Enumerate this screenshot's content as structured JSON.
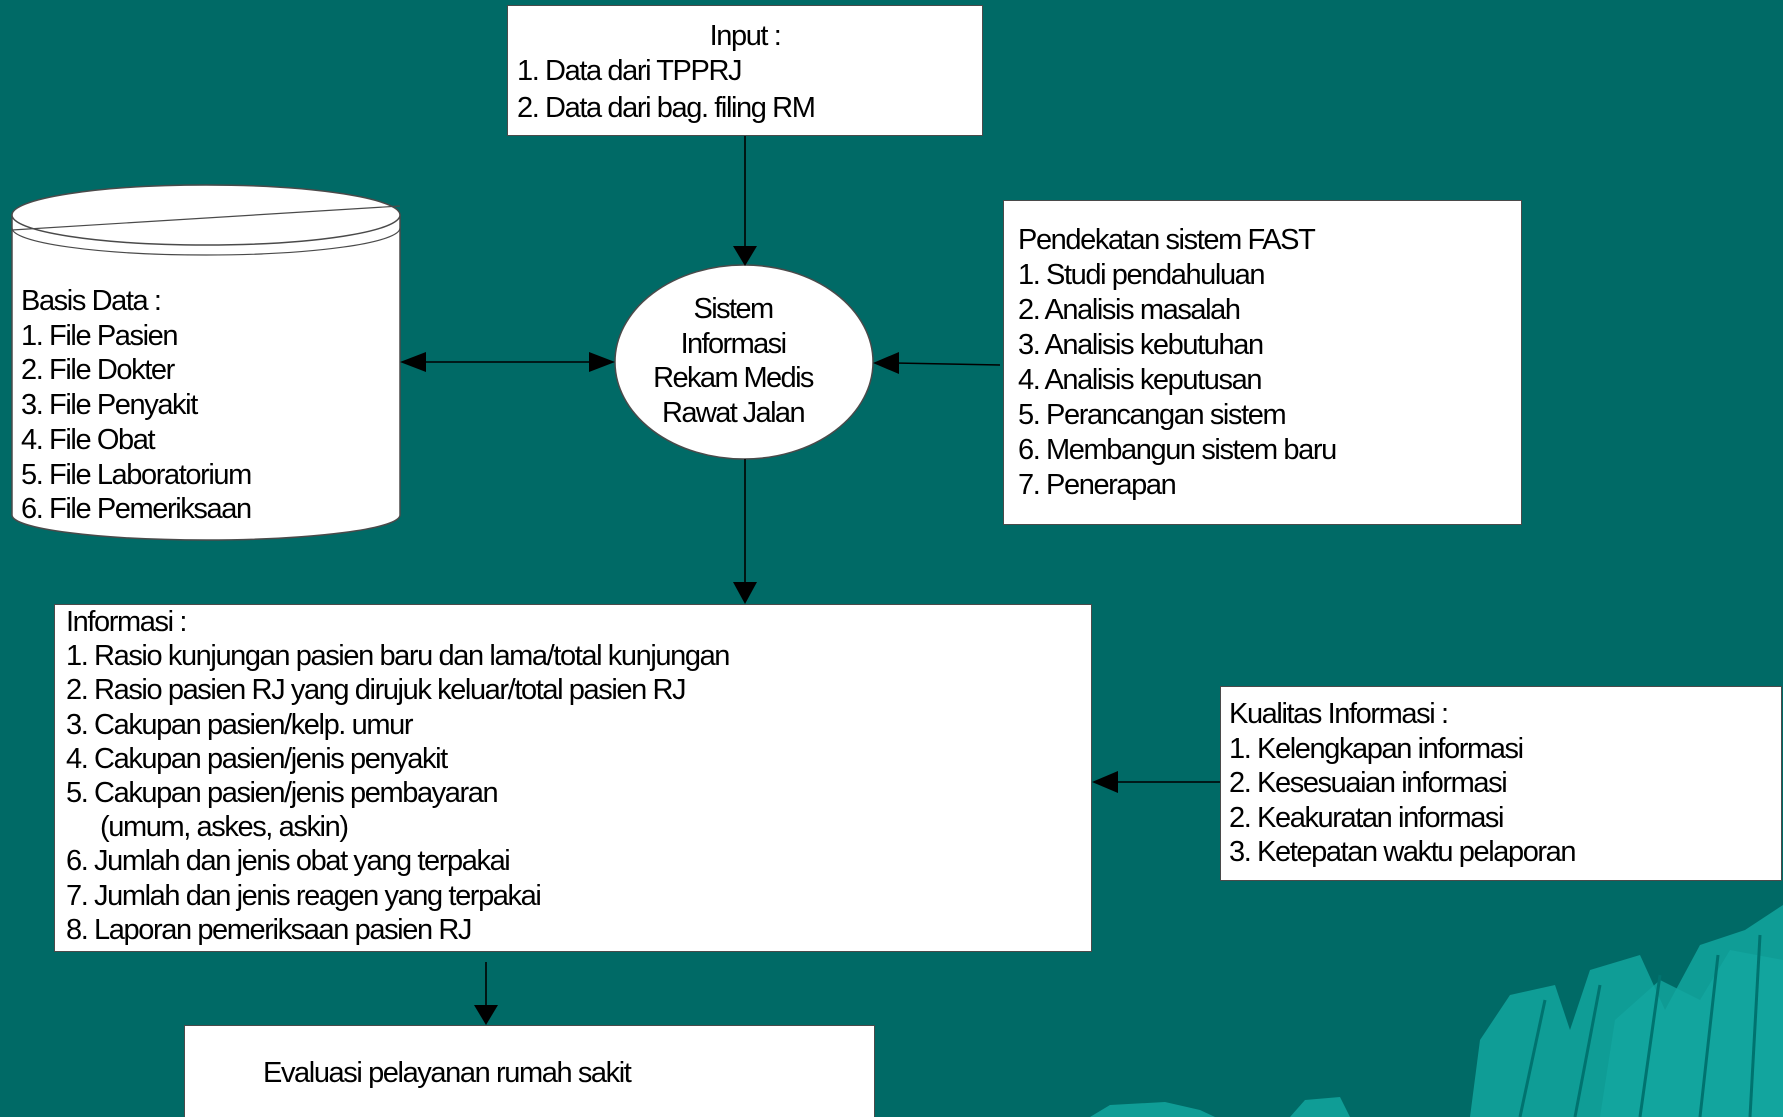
{
  "input": {
    "title": "Input :",
    "items": [
      "1. Data dari TPPRJ",
      "2. Data dari bag. filing RM"
    ]
  },
  "database": {
    "title": "Basis Data :",
    "items": [
      "1. File Pasien",
      "2. File Dokter",
      "3. File Penyakit",
      "4. File Obat",
      "5. File Laboratorium",
      "6. File Pemeriksaan"
    ]
  },
  "system": {
    "lines": [
      "Sistem",
      "Informasi",
      "Rekam Medis",
      "Rawat Jalan"
    ]
  },
  "fast": {
    "title": "Pendekatan sistem FAST",
    "items": [
      "1. Studi pendahuluan",
      "2. Analisis masalah",
      "3. Analisis kebutuhan",
      "4. Analisis keputusan",
      "5. Perancangan sistem",
      "6. Membangun sistem baru",
      "7. Penerapan"
    ]
  },
  "informasi": {
    "title": "Informasi :",
    "items": [
      "1. Rasio kunjungan pasien baru dan lama/total kunjungan",
      "2. Rasio pasien RJ yang dirujuk keluar/total pasien RJ",
      "3. Cakupan pasien/kelp. umur",
      "4. Cakupan pasien/jenis penyakit",
      "5. Cakupan pasien/jenis pembayaran",
      "(umum, askes, askin)",
      "6. Jumlah dan jenis obat yang terpakai",
      "7. Jumlah dan jenis reagen yang terpakai",
      "8. Laporan pemeriksaan pasien RJ"
    ]
  },
  "kualitas": {
    "title": "Kualitas Informasi :",
    "items": [
      "1. Kelengkapan informasi",
      "2. Kesesuaian informasi",
      "2. Keakuratan informasi",
      "3. Ketepatan waktu pelaporan"
    ]
  },
  "evaluasi": {
    "text": "Evaluasi pelayanan rumah sakit"
  },
  "colors": {
    "background": "#006a66",
    "decoration": "#0f9d96",
    "box_fill": "#ffffff",
    "line": "#000000"
  }
}
